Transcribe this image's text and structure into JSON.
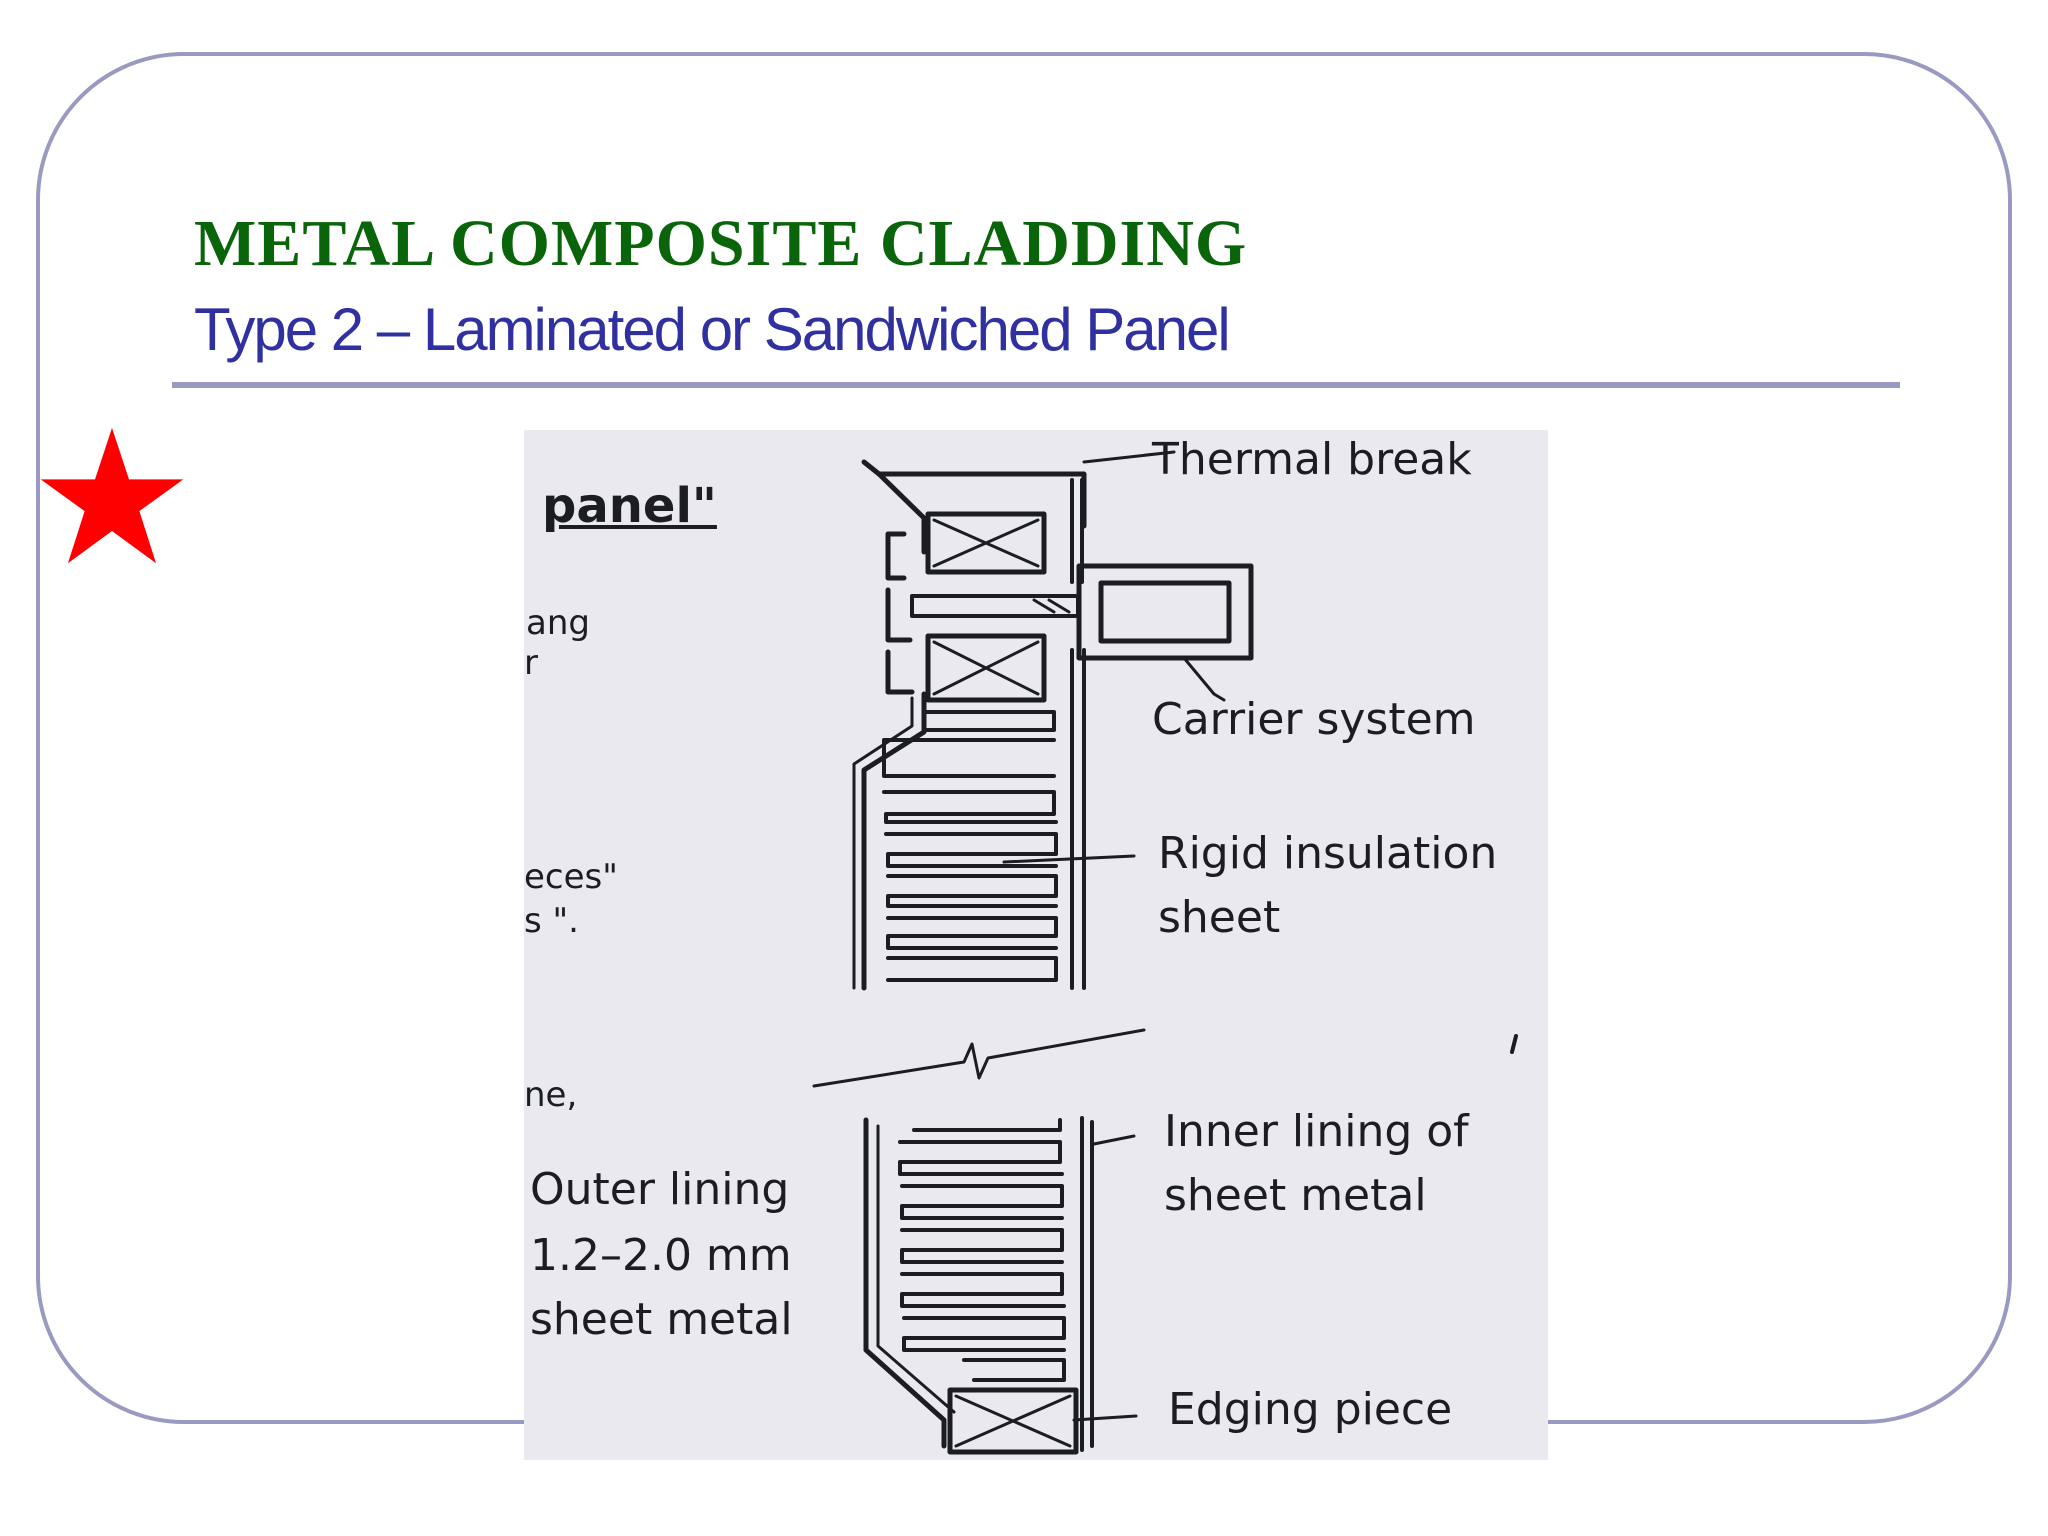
{
  "slide": {
    "title": "METAL COMPOSITE CLADDING",
    "subtitle": "Type 2 – Laminated or Sandwiched Panel",
    "colors": {
      "title": "#0a640a",
      "subtitle": "#3030a0",
      "frame": "#9999c2",
      "rule": "#9a9ac0",
      "star": "#ff0000",
      "figure_background": "#e9e9ef",
      "ink": "#1c1c24"
    },
    "bullet_icon": "star-icon"
  },
  "figure": {
    "labels": {
      "thermal_break": "Thermal break",
      "carrier_system": "Carrier system",
      "rigid_insulation": "Rigid insulation",
      "rigid_insulation_2": "sheet",
      "inner_lining": "Inner lining of",
      "inner_lining_2": "sheet metal",
      "outer_lining": "Outer lining",
      "outer_lining_2": "1.2–2.0 mm",
      "outer_lining_3": "sheet metal",
      "edging_piece": "Edging piece"
    },
    "background_fragments": {
      "panel": "panel\"",
      "ang": "ang",
      "r": "r",
      "eces": "eces\"",
      "s": "s \".",
      "ne": "ne,"
    }
  }
}
